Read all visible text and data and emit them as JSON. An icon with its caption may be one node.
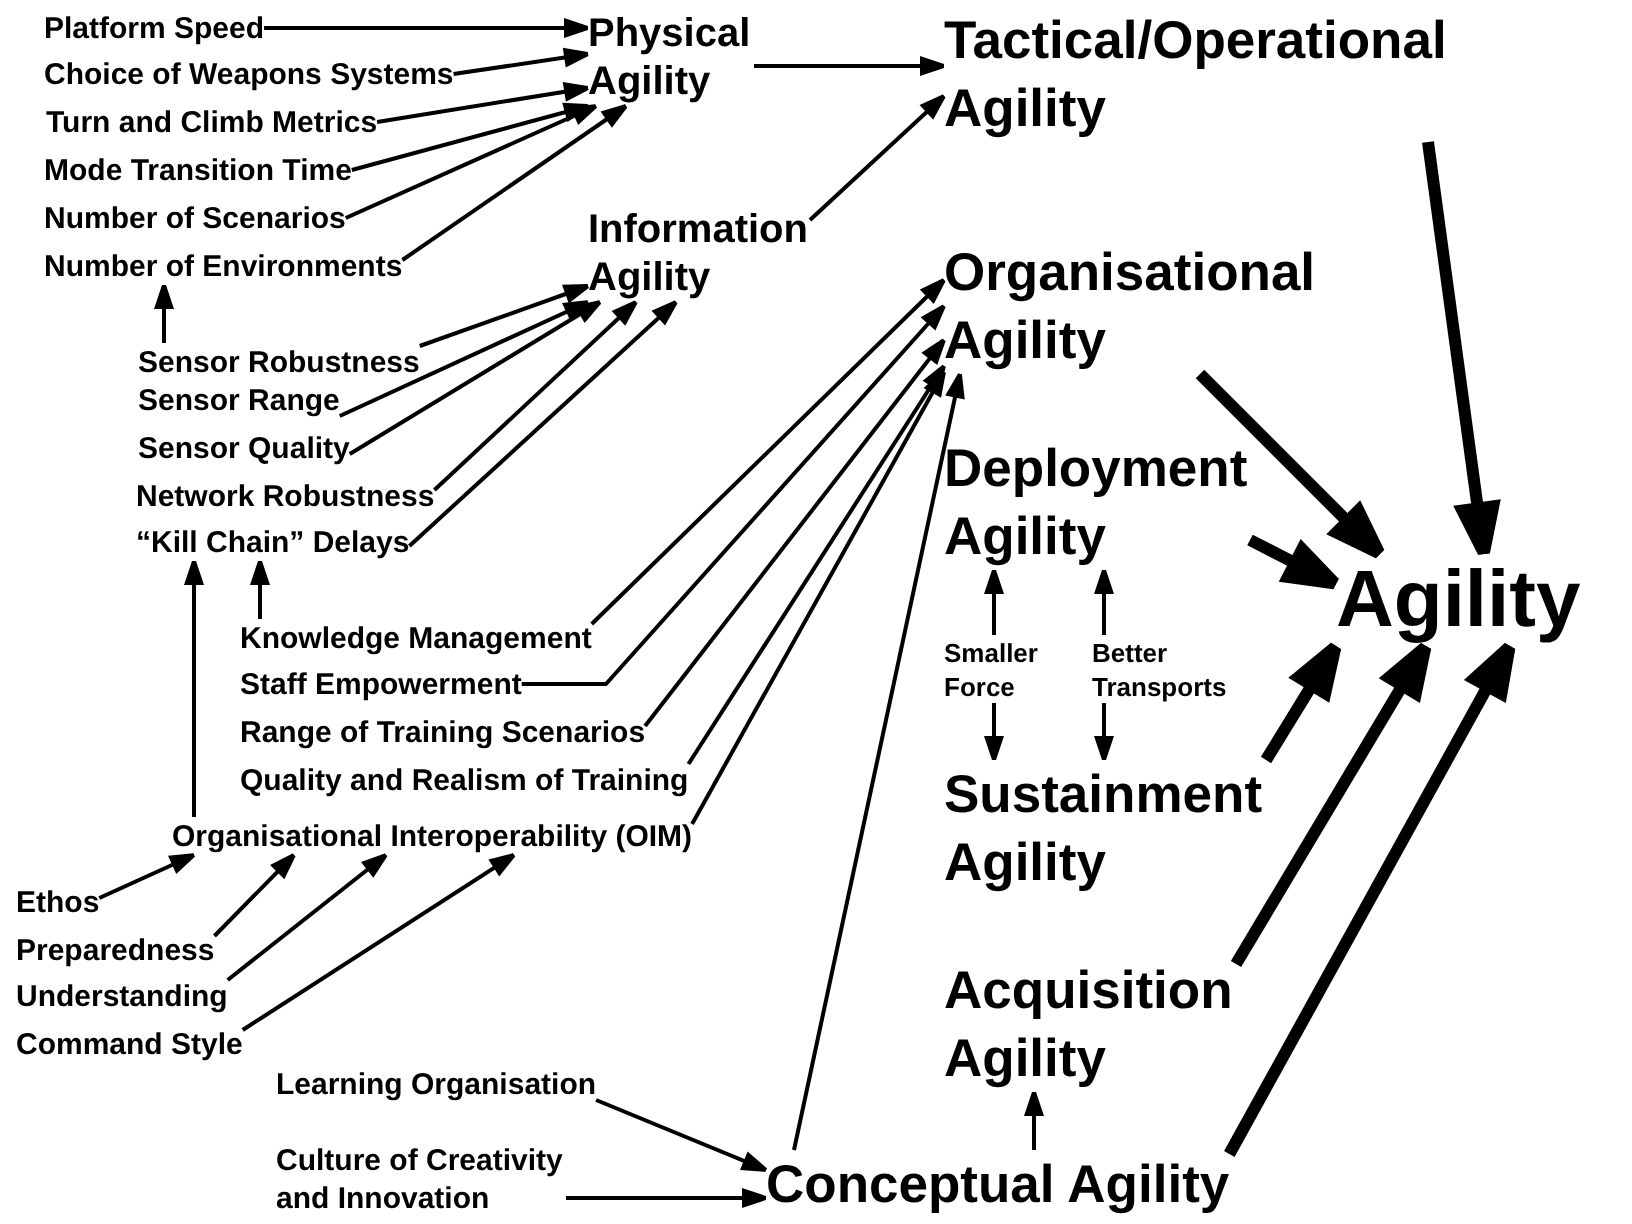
{
  "diagram": {
    "nodes": [
      {
        "text": [
          "Platform Speed"
        ]
      },
      {
        "text": [
          "Choice of Weapons Systems"
        ]
      },
      {
        "text": [
          "Turn and Climb Metrics"
        ]
      },
      {
        "text": [
          "Mode Transition Time"
        ]
      },
      {
        "text": [
          "Number of Scenarios"
        ]
      },
      {
        "text": [
          "Number of Environments"
        ]
      },
      {
        "text": [
          "Physical Agility"
        ]
      },
      {
        "text": [
          "Information Agility"
        ]
      },
      {
        "text": [
          "Tactical/Operational Agility"
        ]
      },
      {
        "text": [
          "Sensor Robustness"
        ]
      },
      {
        "text": [
          "Sensor Range"
        ]
      },
      {
        "text": [
          "Sensor Quality"
        ]
      },
      {
        "text": [
          "Network Robustness"
        ]
      },
      {
        "text": [
          "“Kill Chain” Delays"
        ]
      },
      {
        "text": [
          "Organisational Agility"
        ]
      },
      {
        "text": [
          "Deployment Agility"
        ]
      },
      {
        "text": [
          "Agility"
        ]
      },
      {
        "text": [
          "Smaller Force"
        ]
      },
      {
        "text": [
          "Better Transports"
        ]
      },
      {
        "text": [
          "Knowledge Management"
        ]
      },
      {
        "text": [
          "Staff Empowerment"
        ]
      },
      {
        "text": [
          "Range of Training Scenarios"
        ]
      },
      {
        "text": [
          "Quality and Realism of Training"
        ]
      },
      {
        "text": [
          "Sustainment Agility"
        ]
      },
      {
        "text": [
          "Organisational Interoperability (OIM)"
        ]
      },
      {
        "text": [
          "Ethos"
        ]
      },
      {
        "text": [
          "Preparedness"
        ]
      },
      {
        "text": [
          "Understanding"
        ]
      },
      {
        "text": [
          "Command Style"
        ]
      },
      {
        "text": [
          "Acquisition Agility"
        ]
      },
      {
        "text": [
          "Learning Organisation"
        ]
      },
      {
        "text": [
          "Culture of Creativity and Innovation"
        ]
      },
      {
        "text": [
          "Conceptual Agility"
        ]
      }
    ],
    "edges": [
      {
        "from": 0,
        "to": 6,
        "arrow": "to"
      },
      {
        "from": 1,
        "to": 6,
        "arrow": "to"
      },
      {
        "from": 2,
        "to": 6,
        "arrow": "to"
      },
      {
        "from": 3,
        "to": 6,
        "arrow": "to"
      },
      {
        "from": 4,
        "to": 6,
        "arrow": "to"
      },
      {
        "from": 5,
        "to": 6,
        "arrow": "to"
      },
      {
        "from": 6,
        "to": 8,
        "arrow": "to"
      },
      {
        "from": 7,
        "to": 8,
        "arrow": "to"
      },
      {
        "from": 9,
        "to": 5,
        "arrow": "to"
      },
      {
        "from": 9,
        "to": 7,
        "arrow": "to"
      },
      {
        "from": 10,
        "to": 7,
        "arrow": "to"
      },
      {
        "from": 11,
        "to": 7,
        "arrow": "to"
      },
      {
        "from": 12,
        "to": 7,
        "arrow": "to"
      },
      {
        "from": 13,
        "to": 7,
        "arrow": "to"
      },
      {
        "from": 19,
        "to": 13,
        "arrow": "to"
      },
      {
        "from": 24,
        "to": 13,
        "arrow": "to"
      },
      {
        "from": 19,
        "to": 14,
        "arrow": "to"
      },
      {
        "from": 20,
        "to": 14,
        "arrow": "to"
      },
      {
        "from": 21,
        "to": 14,
        "arrow": "to"
      },
      {
        "from": 22,
        "to": 14,
        "arrow": "to"
      },
      {
        "from": 24,
        "to": 14,
        "arrow": "to"
      },
      {
        "from": 32,
        "to": 14,
        "arrow": "to"
      },
      {
        "from": 8,
        "to": 16,
        "arrow": "to",
        "style": "thick"
      },
      {
        "from": 14,
        "to": 16,
        "arrow": "to",
        "style": "thick"
      },
      {
        "from": 15,
        "to": 16,
        "arrow": "to",
        "style": "thick"
      },
      {
        "from": 17,
        "to": 15,
        "arrow": "to"
      },
      {
        "from": 17,
        "to": 23,
        "arrow": "to"
      },
      {
        "from": 18,
        "to": 15,
        "arrow": "to"
      },
      {
        "from": 18,
        "to": 23,
        "arrow": "to"
      },
      {
        "from": 23,
        "to": 16,
        "arrow": "to",
        "style": "thick"
      },
      {
        "from": 29,
        "to": 16,
        "arrow": "to",
        "style": "thick"
      },
      {
        "from": 32,
        "to": 16,
        "arrow": "to",
        "style": "thick"
      },
      {
        "from": 25,
        "to": 24,
        "arrow": "to"
      },
      {
        "from": 26,
        "to": 24,
        "arrow": "to"
      },
      {
        "from": 27,
        "to": 24,
        "arrow": "to"
      },
      {
        "from": 28,
        "to": 24,
        "arrow": "to"
      },
      {
        "from": 32,
        "to": 29,
        "arrow": "to"
      },
      {
        "from": 30,
        "to": 32,
        "arrow": "to"
      },
      {
        "from": 31,
        "to": 32,
        "arrow": "to"
      }
    ]
  }
}
